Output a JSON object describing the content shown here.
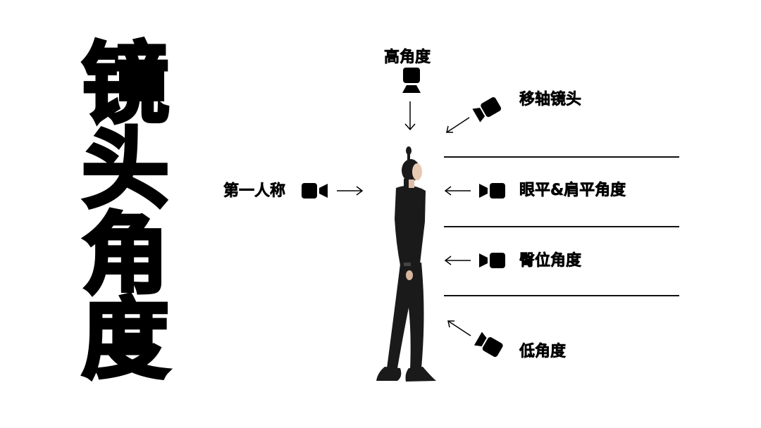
{
  "title": {
    "chars": [
      "镜",
      "头",
      "角",
      "度"
    ]
  },
  "labels": {
    "high_angle": "高角度",
    "tilt_shift": "移轴镜头",
    "first_person": "第一人称",
    "eye_shoulder": "眼平&肩平角度",
    "hip_level": "臀位角度",
    "low_angle": "低角度"
  },
  "icons": {
    "high_angle": "camera-down-icon",
    "tilt_shift": "camera-tilted-down-icon",
    "first_person": "camera-right-icon",
    "eye_shoulder": "camera-left-icon",
    "hip_level": "camera-left-icon",
    "low_angle": "camera-tilted-up-icon"
  },
  "colors": {
    "ink": "#000000",
    "background": "#ffffff"
  }
}
